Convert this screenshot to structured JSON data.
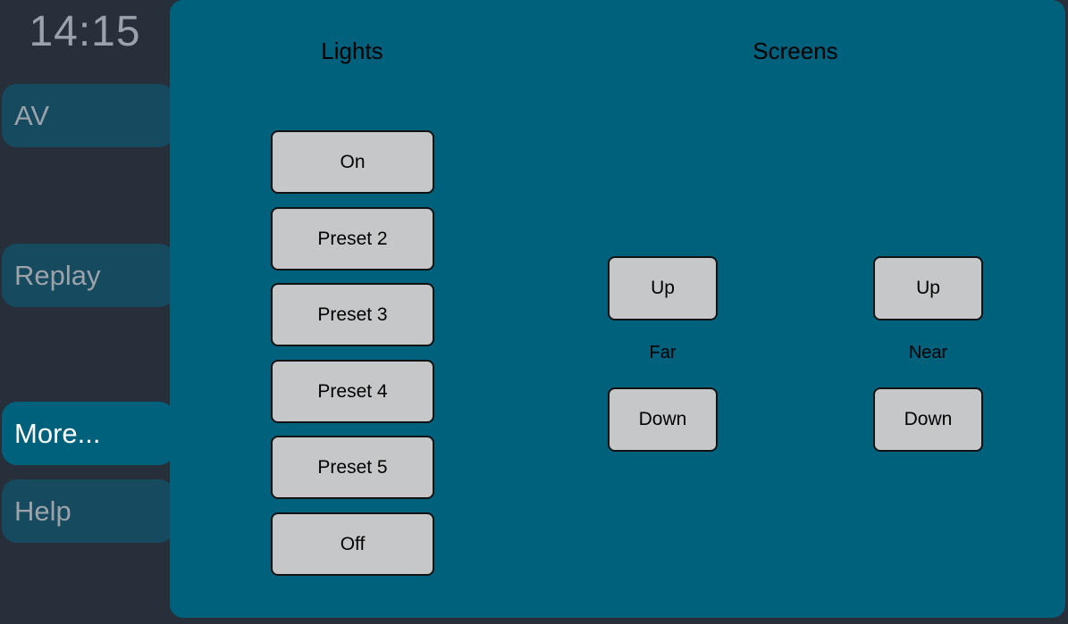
{
  "colors": {
    "background": "#272F3B",
    "panel": "#00617D",
    "tab-inactive": "#154A5F",
    "tab-active": "#00617D",
    "button-bg": "#C6C7C8",
    "button-border": "#121212",
    "clock-text": "#99A1AA",
    "tab-text": "#9BA2AA",
    "tab-text-active": "#FFFFFF",
    "dark-text": "#000000"
  },
  "sidebar": {
    "clock": "14:15",
    "tabs": [
      {
        "label": "AV",
        "active": false
      },
      {
        "label": "Replay",
        "active": false
      },
      {
        "label": "More...",
        "active": true
      },
      {
        "label": "Help",
        "active": false
      }
    ]
  },
  "main": {
    "lights": {
      "title": "Lights",
      "buttons": [
        "On",
        "Preset 2",
        "Preset 3",
        "Preset 4",
        "Preset 5",
        "Off"
      ]
    },
    "screens": {
      "title": "Screens",
      "groups": [
        {
          "label": "Far",
          "up_label": "Up",
          "down_label": "Down"
        },
        {
          "label": "Near",
          "up_label": "Up",
          "down_label": "Down"
        }
      ]
    }
  }
}
